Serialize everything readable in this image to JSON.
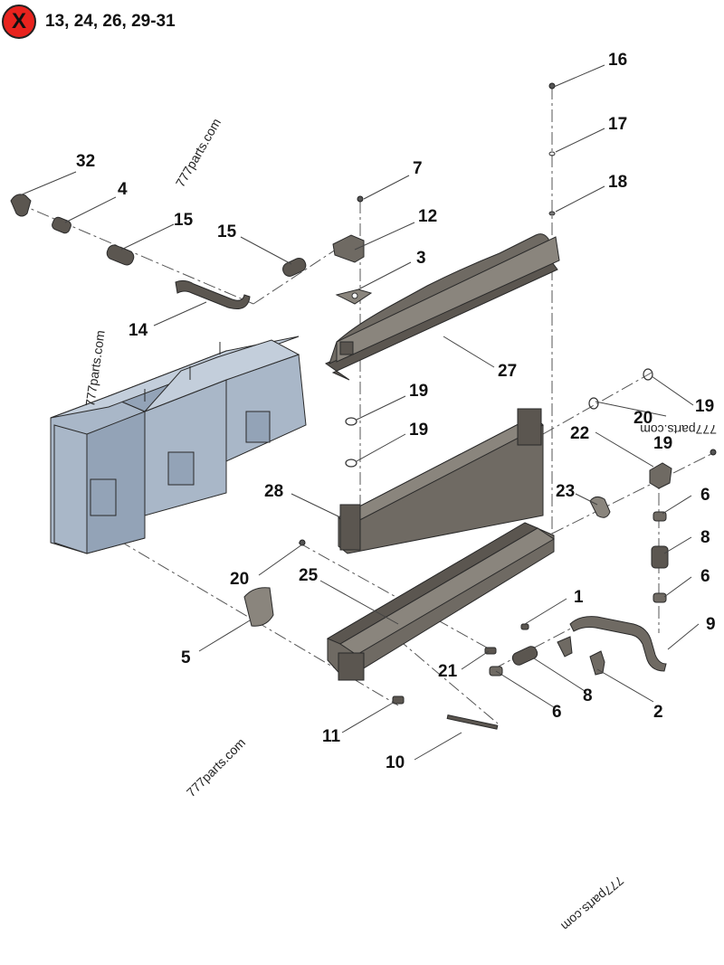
{
  "header": {
    "badge_symbol": "X",
    "badge_color": "#e8231e",
    "excluded_items": "13, 24, 26, 29-31"
  },
  "watermark": "777parts.com",
  "callouts": {
    "c1": "1",
    "c2": "2",
    "c3": "3",
    "c4": "4",
    "c5": "5",
    "c6a": "6",
    "c6b": "6",
    "c6c": "6",
    "c7": "7",
    "c8a": "8",
    "c8b": "8",
    "c9": "9",
    "c10": "10",
    "c11": "11",
    "c12": "12",
    "c14": "14",
    "c15a": "15",
    "c15b": "15",
    "c16": "16",
    "c17": "17",
    "c18": "18",
    "c19a": "19",
    "c19b": "19",
    "c19c": "19",
    "c19d": "19",
    "c20a": "20",
    "c20b": "20",
    "c21": "21",
    "c22": "22",
    "c23": "23",
    "c25": "25",
    "c27": "27",
    "c28": "28",
    "c32": "32"
  },
  "colors": {
    "part_dark": "#6f6a63",
    "engine_blue": "#a9b7c8"
  }
}
